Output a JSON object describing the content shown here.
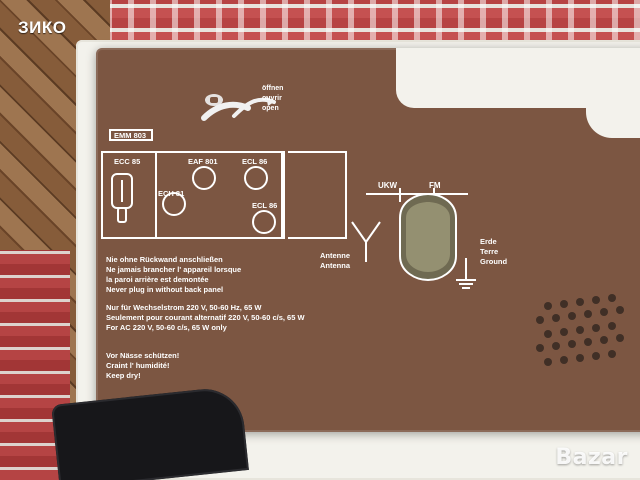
{
  "watermark": {
    "text": "ЗИКО"
  },
  "site_watermark": {
    "text": "Bazar"
  },
  "panel": {
    "open_labels": [
      "öffnen",
      "ouvrir",
      "open"
    ],
    "tubes": {
      "top": "EMM 803",
      "left": "ECC 85",
      "middle_top": "EAF 801",
      "right_top": "ECL 86",
      "middle": "ECH 81",
      "right": "ECL 86"
    },
    "antenna_top": {
      "ukw": "UKW",
      "fm": "FM"
    },
    "antenna_left": [
      "Antenne",
      "Antenna"
    ],
    "ground": [
      "Erde",
      "Terre",
      "Ground"
    ],
    "warnings": [
      "Nie ohne Rückwand anschließen",
      "Ne jamais brancher l' appareil lorsque",
      "la paroi arrière est demontée",
      "Never plug in without back panel"
    ],
    "power": [
      "Nur für Wechselstrom 220 V, 50-60 Hz, 65 W",
      "Seulement pour courant alternatif 220 V, 50-60 c/s, 65 W",
      "For AC 220 V, 50-60 c/s, 65 W only"
    ],
    "humidity": [
      "Vor Nässe schützen!",
      "Craint l' humidité!",
      "Keep dry!"
    ]
  }
}
